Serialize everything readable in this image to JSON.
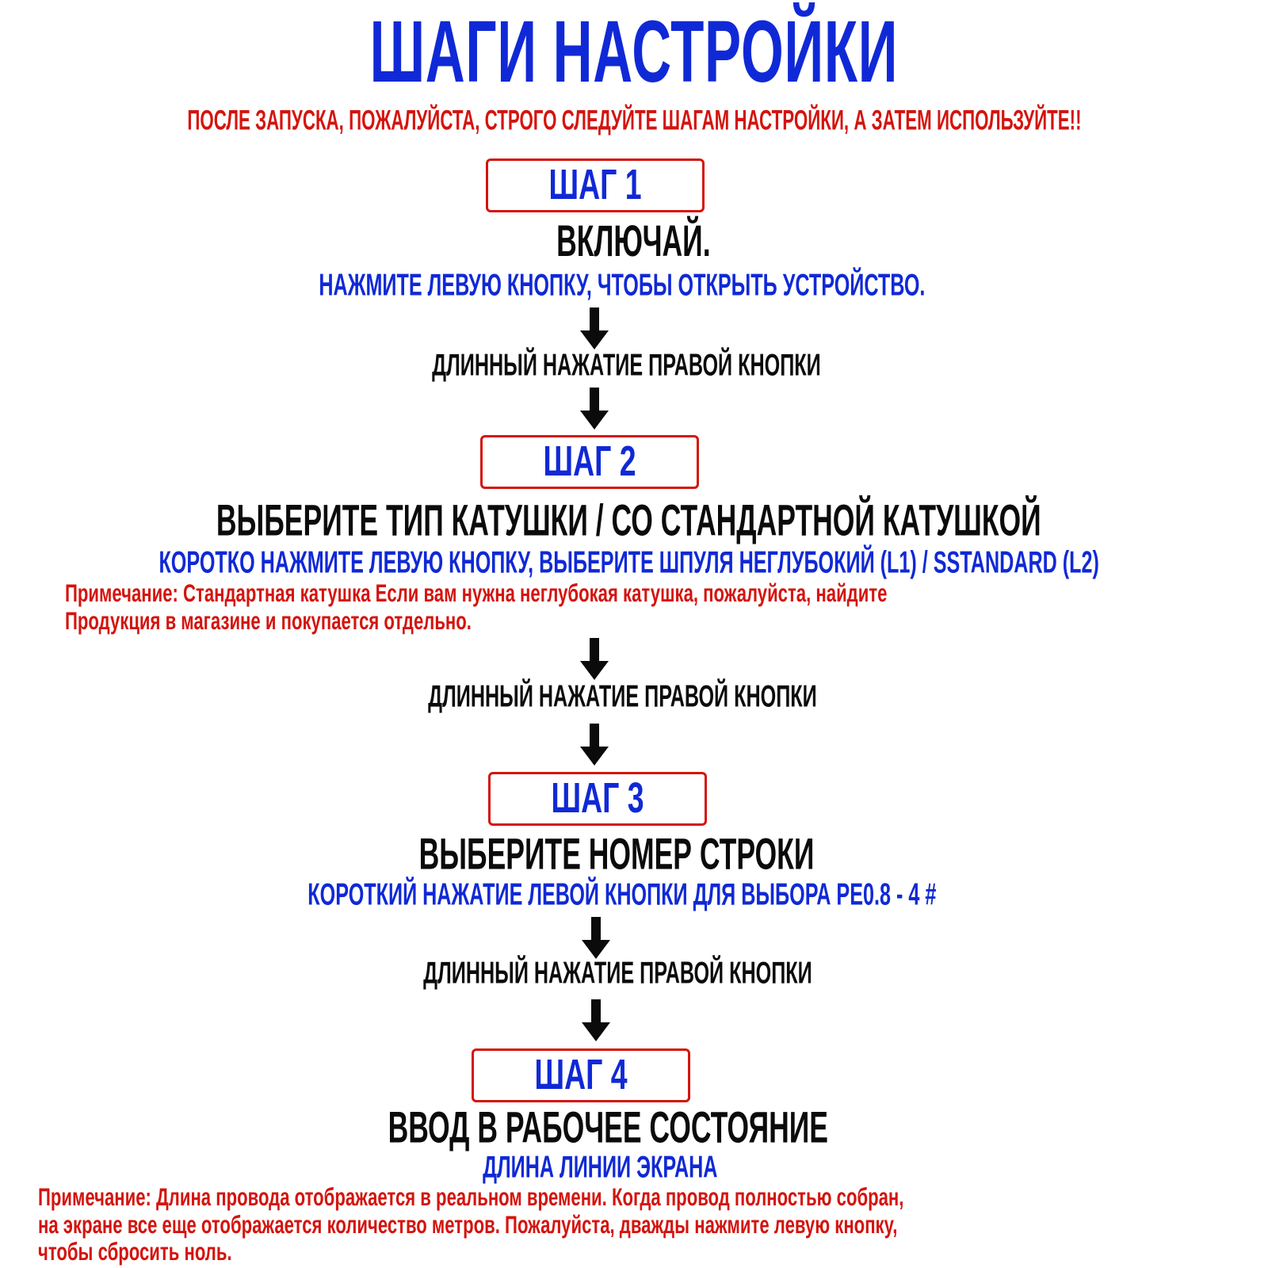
{
  "title": "ШАГИ НАСТРОЙКИ",
  "subtitle": "ПОСЛЕ ЗАПУСКА, ПОЖАЛУЙСТА, СТРОГО СЛЕДУЙТЕ ШАГАМ НАСТРОЙКИ, А ЗАТЕМ ИСПОЛЬЗУЙТЕ!!",
  "long_press": "ДЛИННЫЙ НАЖАТИЕ ПРАВОЙ КНОПКИ",
  "steps": [
    {
      "label": "ШАГ 1",
      "heading": "ВКЛЮЧАЙ.",
      "instruction": "НАЖМИТЕ ЛЕВУЮ КНОПКУ, ЧТОБЫ ОТКРЫТЬ УСТРОЙСТВО."
    },
    {
      "label": "ШАГ 2",
      "heading": "ВЫБЕРИТЕ ТИП КАТУШКИ / СО СТАНДАРТНОЙ КАТУШКОЙ",
      "instruction": "КОРОТКО НАЖМИТЕ ЛЕВУЮ КНОПКУ, ВЫБЕРИТЕ ШПУЛЯ НЕГЛУБОКИЙ (L1) / SSTANDARD (L2)",
      "note_lines": [
        "Примечание: Стандартная катушка Если вам нужна неглубокая катушка, пожалуйста, найдите",
        "Продукция в магазине и покупается отдельно."
      ]
    },
    {
      "label": "ШАГ 3",
      "heading": "ВЫБЕРИТЕ НОМЕР СТРОКИ",
      "instruction": "КОРОТКИЙ НАЖАТИЕ ЛЕВОЙ КНОПКИ ДЛЯ ВЫБОРА PE0.8 - 4 #"
    },
    {
      "label": "ШАГ 4",
      "heading": "ВВОД В РАБОЧЕЕ СОСТОЯНИЕ",
      "instruction": "ДЛИНА ЛИНИИ ЭКРАНА",
      "note_lines": [
        "Примечание: Длина провода отображается в реальном времени. Когда провод полностью собран,",
        "на экране все еще отображается количество метров. Пожалуйста, дважды нажмите левую кнопку,",
        "чтобы сбросить ноль."
      ]
    }
  ],
  "colors": {
    "title": "#1029d6",
    "accent_red": "#d4140e",
    "text_black": "#0b0b0b",
    "box_border": "#d4140e"
  },
  "icons": {
    "arrow": "down-arrow-icon"
  }
}
